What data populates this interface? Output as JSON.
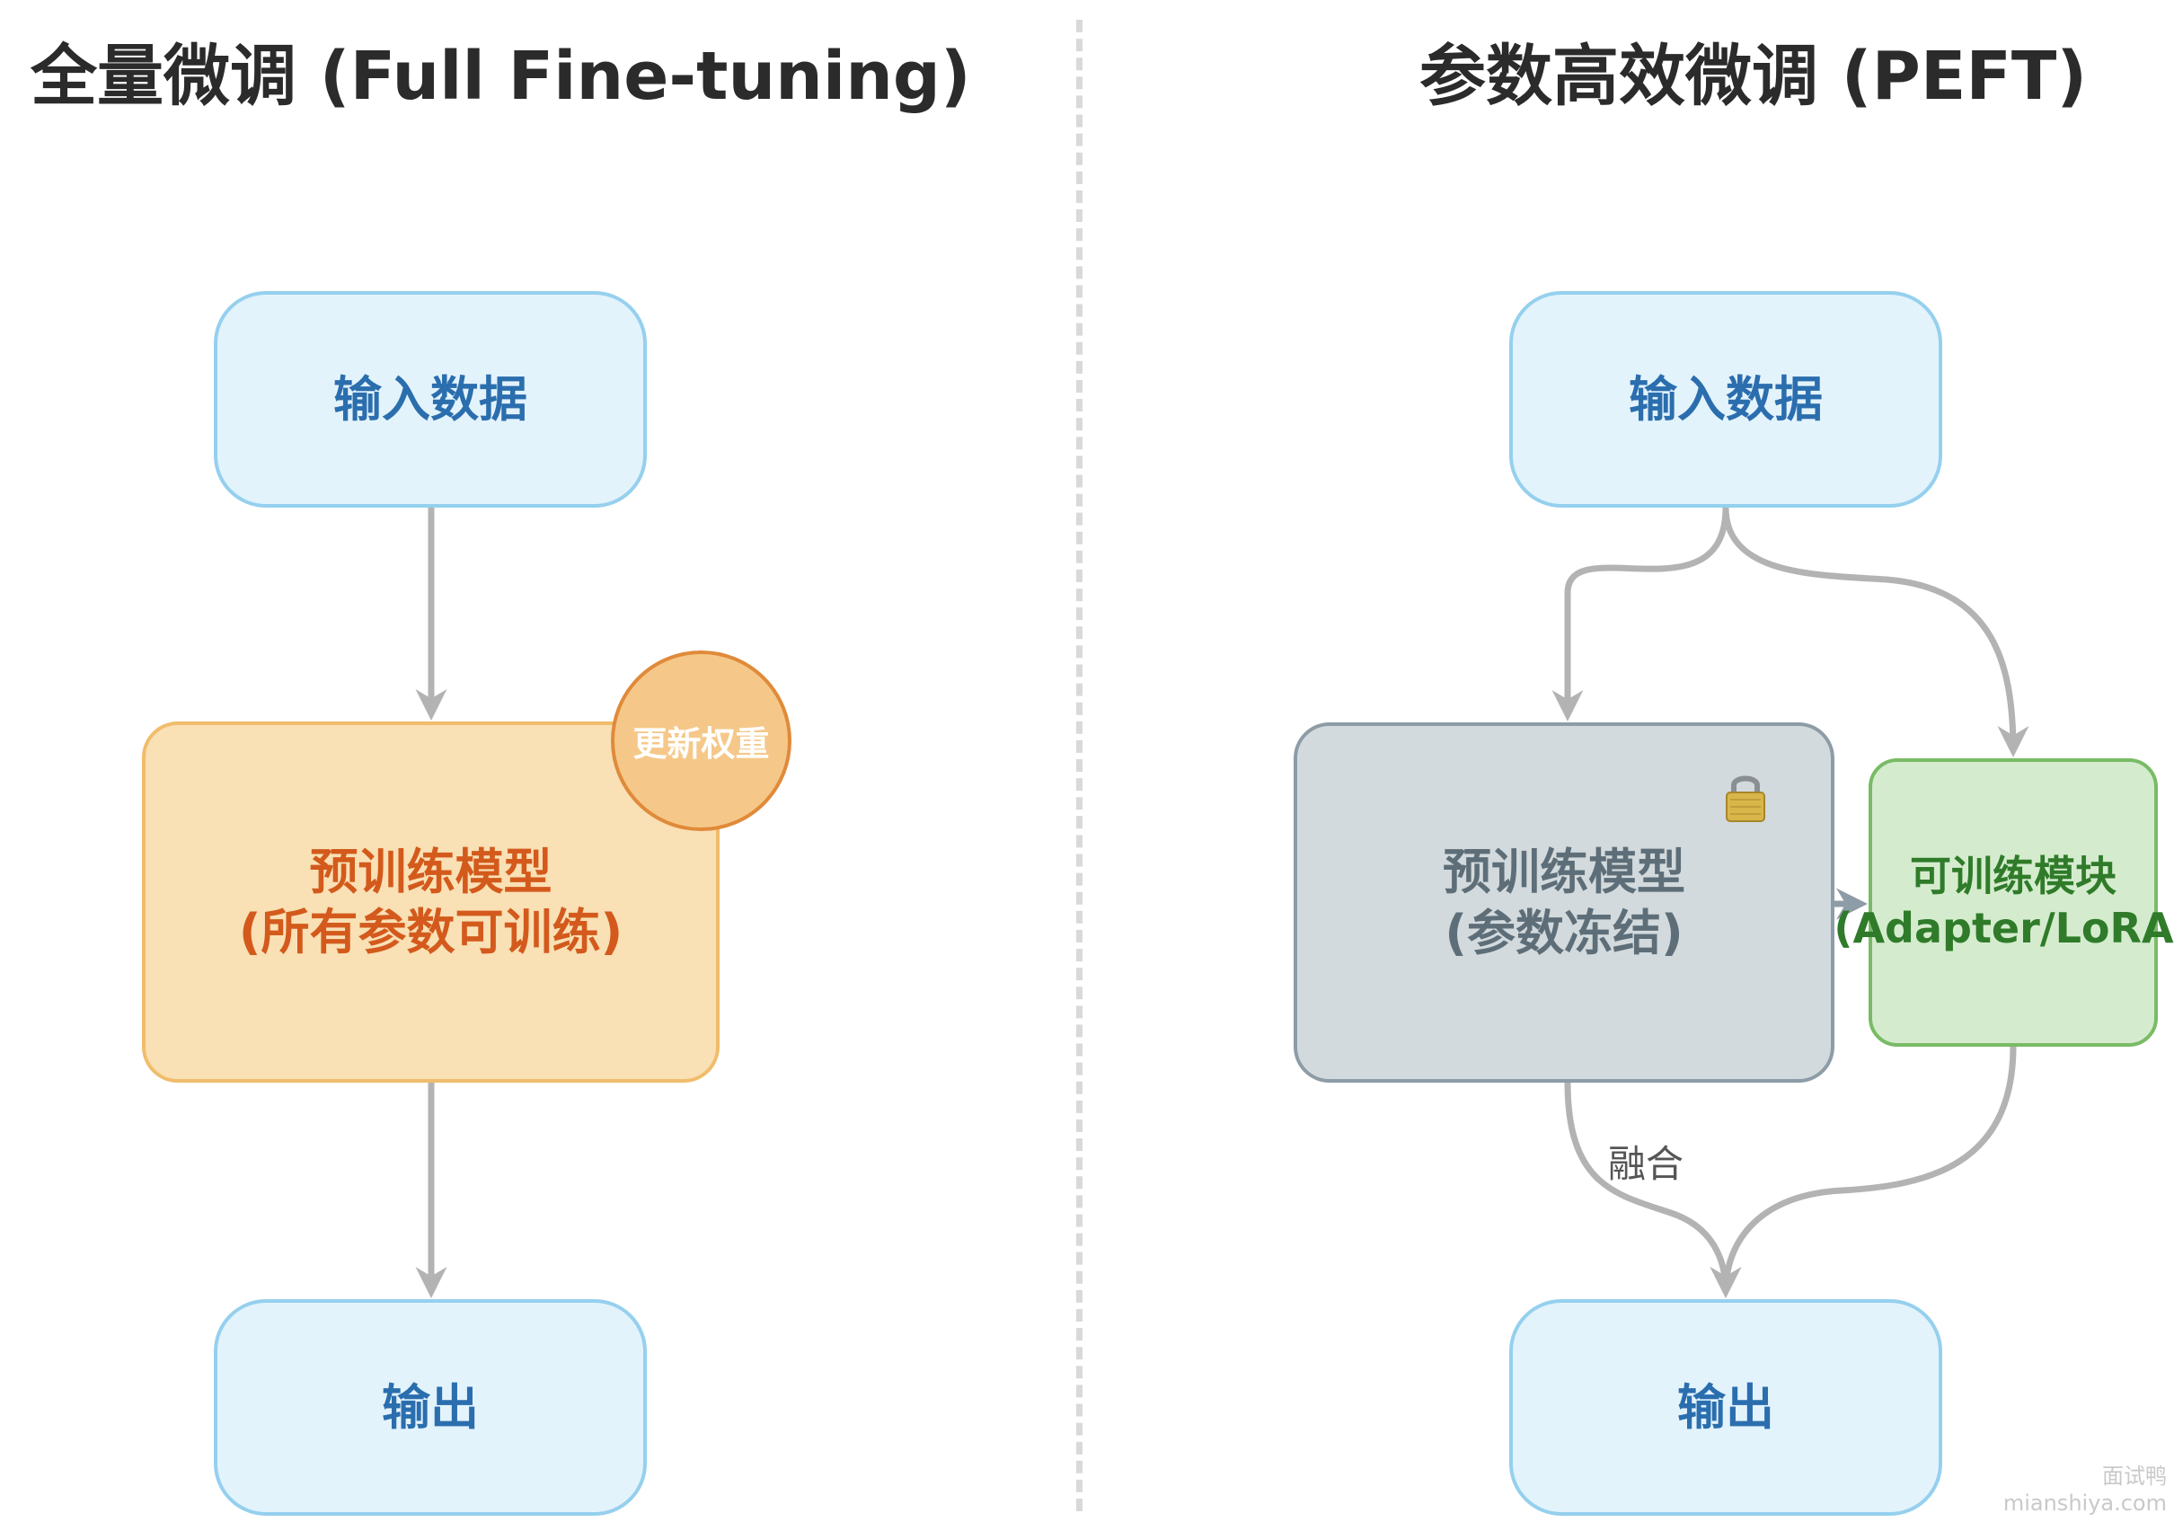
{
  "left_panel": {
    "title": "全量微调 (Full Fine-tuning)",
    "input": "输入数据",
    "model_line1": "预训练模型",
    "model_line2": "(所有参数可训练)",
    "badge": "更新权重",
    "output": "输出"
  },
  "right_panel": {
    "title": "参数高效微调 (PEFT)",
    "input": "输入数据",
    "frozen_model_line1": "预训练模型",
    "frozen_model_line2": "(参数冻结)",
    "frozen_icon": "lock-icon",
    "adapter_line1": "可训练模块",
    "adapter_line2": "(Adapter/LoRA)",
    "merge_label": "融合",
    "output": "输出"
  },
  "watermark": {
    "line1": "面试鸭",
    "line2": "mianshiya.com"
  },
  "colors": {
    "io_fill": "#e3f3fc",
    "io_border": "#95d0ee",
    "io_text": "#2b6eae",
    "full_model_fill": "#f9e0b5",
    "full_model_text": "#d35a1c",
    "frozen_fill": "#d2dadd",
    "frozen_text": "#5e6e78",
    "adapter_fill": "#d4eccd",
    "adapter_text": "#2f7b2a",
    "arrow": "#b3b3b3"
  }
}
